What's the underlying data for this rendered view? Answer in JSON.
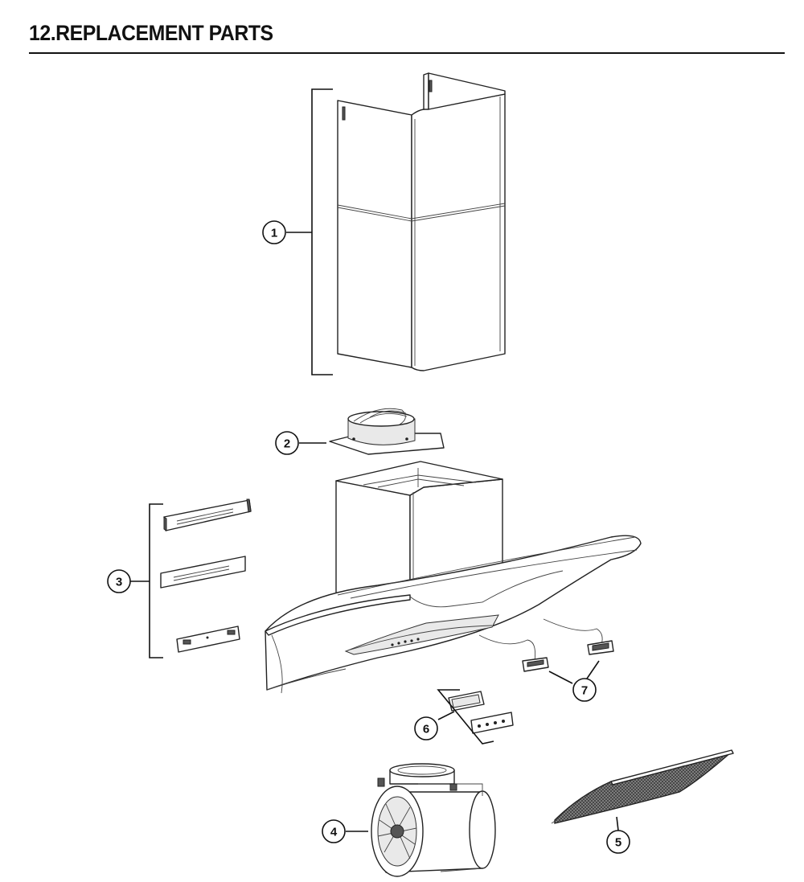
{
  "heading": "12.REPLACEMENT PARTS",
  "callouts": [
    "1",
    "2",
    "3",
    "4",
    "5",
    "6",
    "7"
  ]
}
